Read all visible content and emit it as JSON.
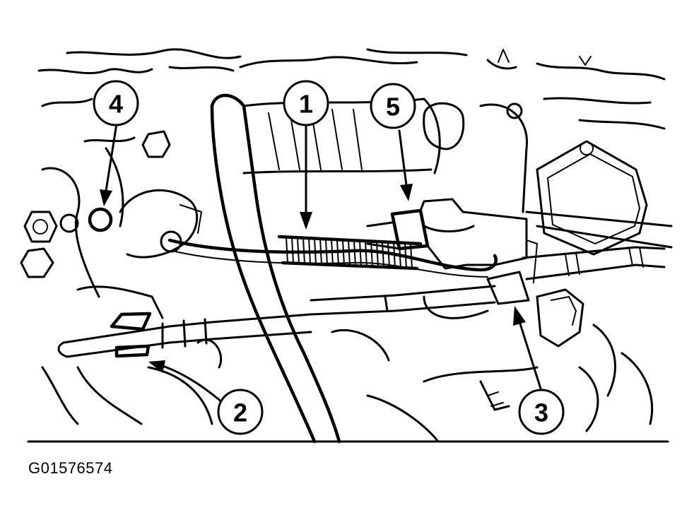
{
  "figure_code": "G01576574",
  "callouts": [
    {
      "number": "1"
    },
    {
      "number": "2"
    },
    {
      "number": "3"
    },
    {
      "number": "4"
    },
    {
      "number": "5"
    }
  ],
  "colors": {
    "line": "#000000",
    "background": "#ffffff"
  }
}
